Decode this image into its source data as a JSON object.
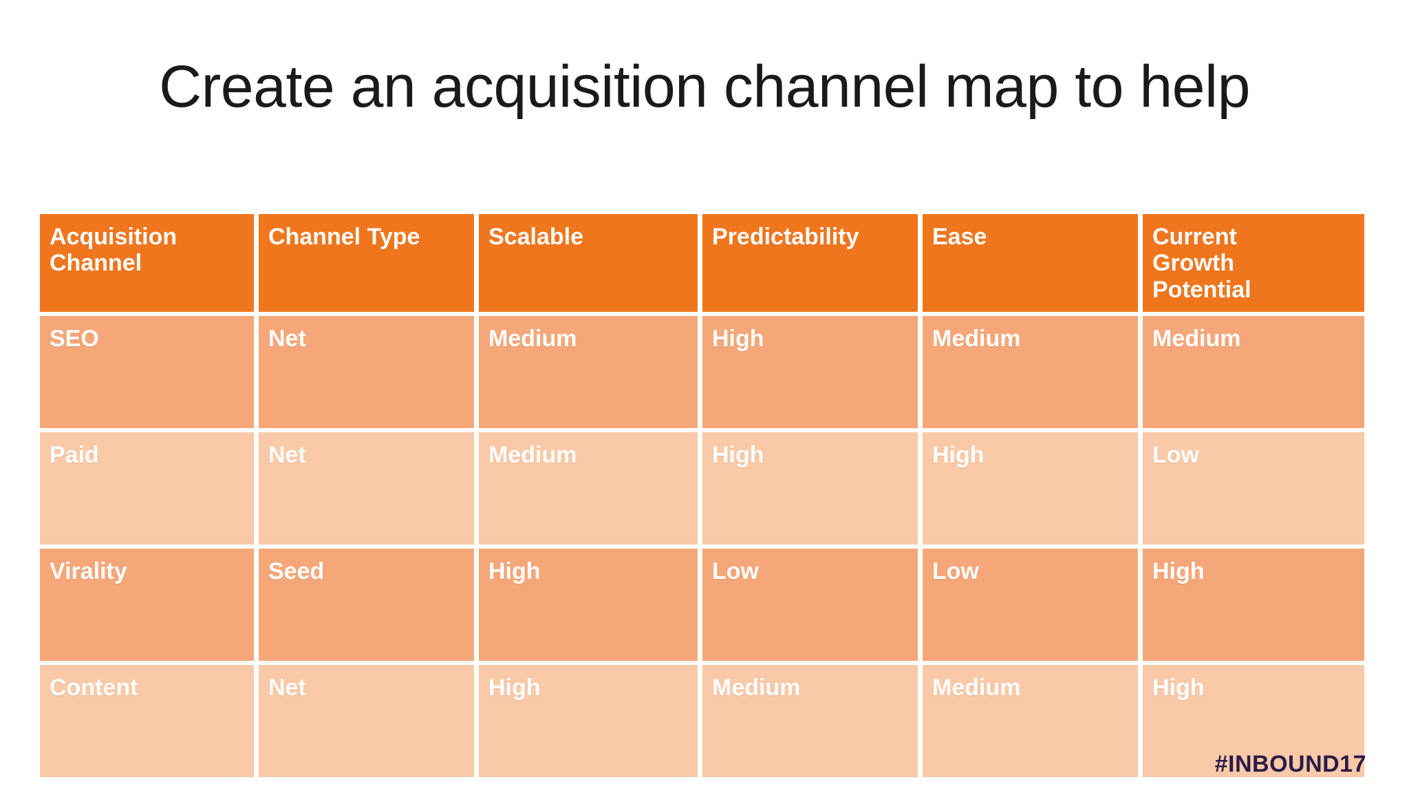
{
  "slide": {
    "title": "Create an acquisition channel map to help",
    "footer_hashtag": "#INBOUND17",
    "colors": {
      "header_orange": "#F0761E",
      "row_dark": "#F5A779",
      "row_light": "#F9C9A8",
      "cell_text": "#FFFFFF",
      "title_text": "#1A1A1A",
      "hashtag_text": "#2B1B47",
      "background": "#FFFFFF"
    }
  },
  "table": {
    "headers": [
      {
        "line1": "Acquisition",
        "line2": "Channel",
        "line3": ""
      },
      {
        "line1": "Channel Type",
        "line2": "",
        "line3": ""
      },
      {
        "line1": "Scalable",
        "line2": "",
        "line3": ""
      },
      {
        "line1": "Predictability",
        "line2": "",
        "line3": ""
      },
      {
        "line1": "Ease",
        "line2": "",
        "line3": ""
      },
      {
        "line1": "Current",
        "line2": "Growth",
        "line3": "Potential"
      }
    ],
    "rows": [
      {
        "channel": "SEO",
        "channel_type": "Net",
        "scalable": "Medium",
        "predictability": "High",
        "ease": "Medium",
        "current_growth_potential": "Medium"
      },
      {
        "channel": "Paid",
        "channel_type": "Net",
        "scalable": "Medium",
        "predictability": "High",
        "ease": "High",
        "current_growth_potential": "Low"
      },
      {
        "channel": "Virality",
        "channel_type": "Seed",
        "scalable": "High",
        "predictability": "Low",
        "ease": "Low",
        "current_growth_potential": "High"
      },
      {
        "channel": "Content",
        "channel_type": "Net",
        "scalable": "High",
        "predictability": "Medium",
        "ease": "Medium",
        "current_growth_potential": "High"
      }
    ]
  }
}
